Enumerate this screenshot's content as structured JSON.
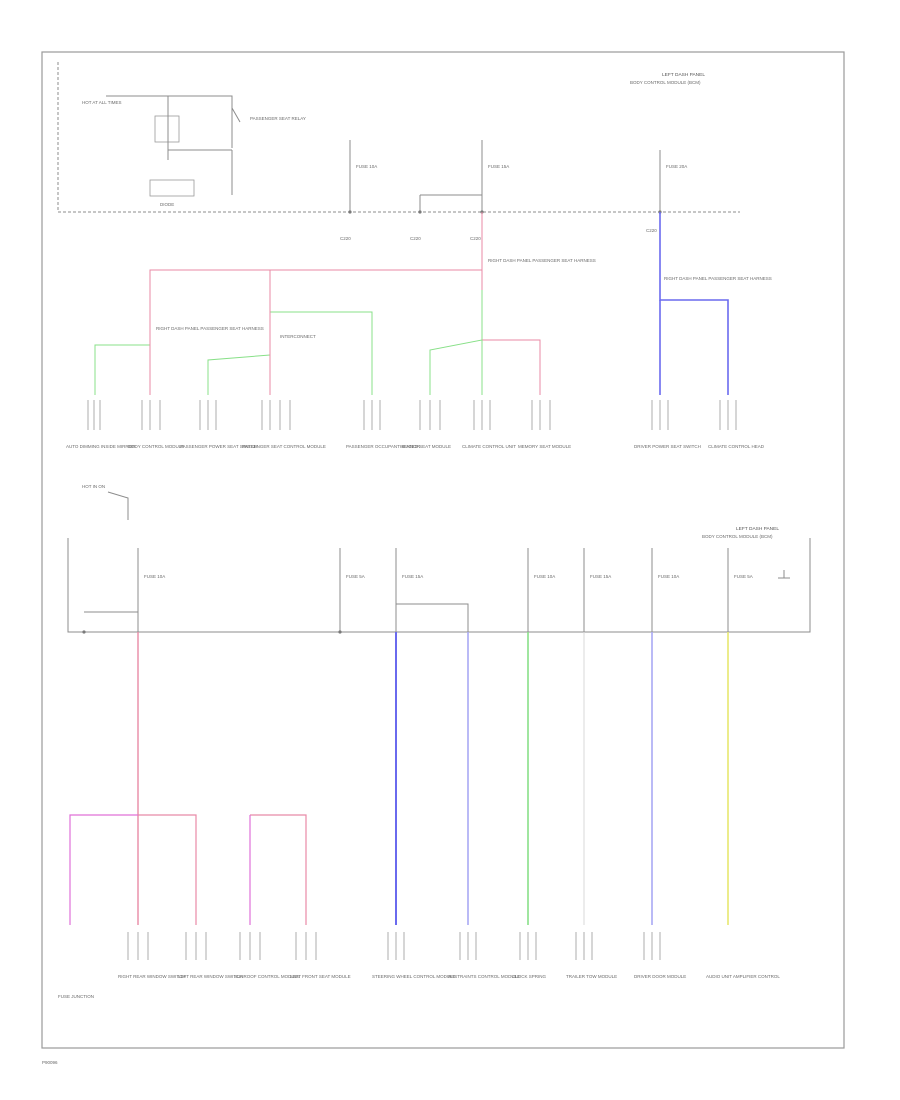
{
  "colors": {
    "pink": "#e88aa6",
    "violet_pink": "#e070d8",
    "green": "#88e088",
    "blue": "#6a6aee",
    "light_blue": "#a8a8f4",
    "yellow": "#e8e870",
    "line_gray": "#8c8c8c"
  },
  "labels": {
    "top_panel_title": "LEFT DASH PANEL",
    "top_panel_subtitle": "BODY CONTROL MODULE (BCM)",
    "mid_panel_title": "LEFT DASH PANEL",
    "mid_panel_subtitle": "BODY CONTROL MODULE (BCM)",
    "hot_ign_1": "HOT AT ALL TIMES",
    "hot_ign_2": "HOT IN ON",
    "relay_label": "PASSENGER SEAT RELAY",
    "diode_label": "DIODE",
    "splice_1": "RIGHT DASH PANEL PASSENGER SEAT HARNESS",
    "splice_2": "RIGHT DASH PANEL PASSENGER SEAT HARNESS",
    "splice_3": "RIGHT DASH PANEL PASSENGER SEAT HARNESS",
    "footer": "P90096"
  },
  "components_top": [
    "AUTO DIMMING INSIDE MIRROR",
    "BODY CONTROL MODULE",
    "PASSENGER POWER SEAT SWITCH",
    "PASSENGER SEAT CONTROL MODULE",
    "PASSENGER OCCUPANT SENSOR",
    "HEATED SEAT MODULE",
    "CLIMATE CONTROL UNIT",
    "MEMORY SEAT MODULE",
    "DRIVER POWER SEAT SWITCH",
    "CLIMATE CONTROL HEAD"
  ],
  "components_bottom": [
    "FUSE JUNCTION",
    "RIGHT REAR WINDOW SWITCH",
    "LEFT REAR WINDOW SWITCH",
    "SUNROOF CONTROL MODULE",
    "LEFT FRONT SEAT MODULE",
    "STEERING WHEEL CONTROL MODULE",
    "RESTRAINTS CONTROL MODULE",
    "CLOCK SPRING",
    "TRAILER TOW MODULE",
    "DRIVER DOOR MODULE",
    "AUDIO UNIT AMPLIFIER CONTROL"
  ],
  "fuses_top": [
    "FUSE 10A",
    "FUSE 15A",
    "FUSE 20A"
  ],
  "fuses_mid": [
    "FUSE 10A",
    "FUSE 5A",
    "FUSE 15A",
    "FUSE 10A",
    "FUSE 15A",
    "FUSE 10A",
    "FUSE 5A"
  ]
}
